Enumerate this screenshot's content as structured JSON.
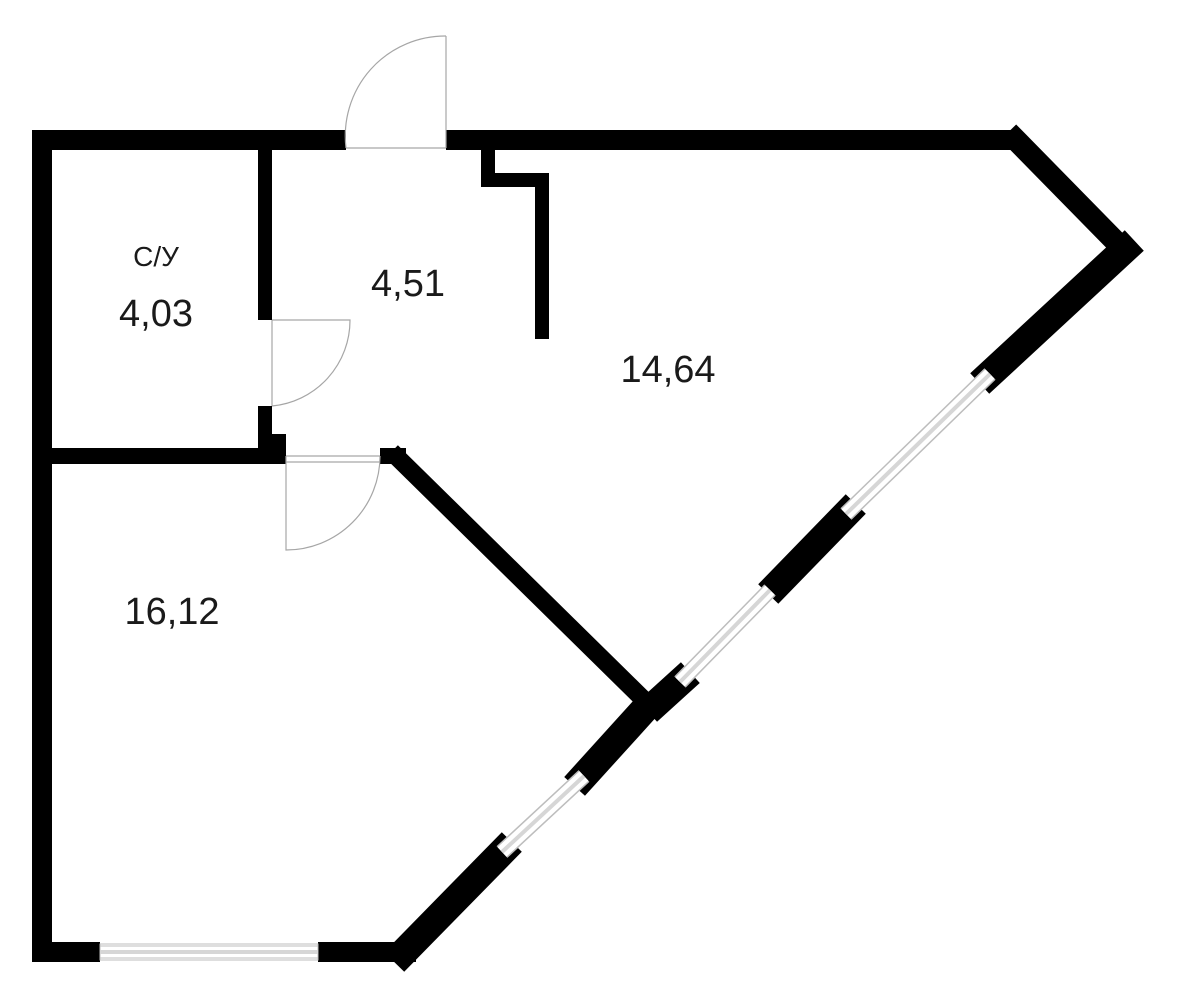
{
  "rooms": {
    "bathroom": {
      "name": "С/У",
      "area": "4,03"
    },
    "hallway": {
      "area": "4,51"
    },
    "kitchen": {
      "area": "14,64"
    },
    "living_room": {
      "area": "16,12"
    }
  },
  "colors": {
    "wall": "#000000",
    "window": "#d6d6d6",
    "door": "#a6a6a6",
    "background": "#ffffff"
  }
}
